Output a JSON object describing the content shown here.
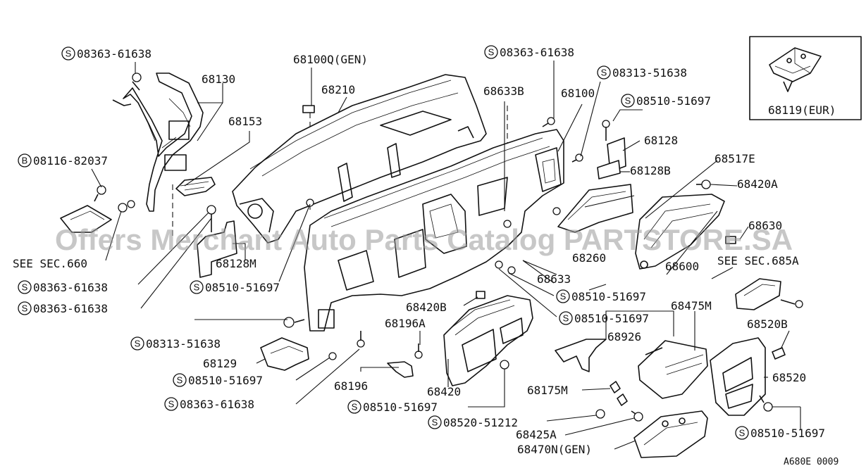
{
  "diagram": {
    "watermark": "Offers Merchant Auto Parts Catalog PARTSTORE.SA",
    "code": "A680E 0009",
    "callouts": [
      {
        "id": "c1",
        "prefix": "S",
        "number": "08363-61638"
      },
      {
        "id": "c2",
        "prefix": "",
        "number": "68130"
      },
      {
        "id": "c3",
        "prefix": "",
        "number": "68153"
      },
      {
        "id": "c4",
        "prefix": "B",
        "number": "08116-82037"
      },
      {
        "id": "c5",
        "prefix": "",
        "number": "SEE SEC.660"
      },
      {
        "id": "c6",
        "prefix": "S",
        "number": "08363-61638"
      },
      {
        "id": "c7",
        "prefix": "S",
        "number": "08363-61638"
      },
      {
        "id": "c8",
        "prefix": "",
        "number": "68100Q(GEN)"
      },
      {
        "id": "c9",
        "prefix": "",
        "number": "68210"
      },
      {
        "id": "c10",
        "prefix": "",
        "number": "68128M"
      },
      {
        "id": "c11",
        "prefix": "S",
        "number": "08510-51697"
      },
      {
        "id": "c12",
        "prefix": "S",
        "number": "08363-61638"
      },
      {
        "id": "c13",
        "prefix": "",
        "number": "68633B"
      },
      {
        "id": "c14",
        "prefix": "",
        "number": "68100"
      },
      {
        "id": "c15",
        "prefix": "S",
        "number": "08313-51638"
      },
      {
        "id": "c16",
        "prefix": "S",
        "number": "08510-51697"
      },
      {
        "id": "c17",
        "prefix": "",
        "number": "68128"
      },
      {
        "id": "c18",
        "prefix": "",
        "number": "68128B"
      },
      {
        "id": "c19",
        "prefix": "",
        "number": "68517E"
      },
      {
        "id": "c20",
        "prefix": "",
        "number": "68420A"
      },
      {
        "id": "c21",
        "prefix": "",
        "number": "68630"
      },
      {
        "id": "c22",
        "prefix": "",
        "number": "68260"
      },
      {
        "id": "c23",
        "prefix": "",
        "number": "68600"
      },
      {
        "id": "c24",
        "prefix": "",
        "number": "SEE SEC.685A"
      },
      {
        "id": "c25",
        "prefix": "",
        "number": "68119(EUR)"
      },
      {
        "id": "c26",
        "prefix": "",
        "number": "68633"
      },
      {
        "id": "c27",
        "prefix": "S",
        "number": "08510-51697"
      },
      {
        "id": "c28",
        "prefix": "S",
        "number": "08510-51697"
      },
      {
        "id": "c29",
        "prefix": "",
        "number": "68420B"
      },
      {
        "id": "c30",
        "prefix": "",
        "number": "68196A"
      },
      {
        "id": "c31",
        "prefix": "",
        "number": "68475M"
      },
      {
        "id": "c32",
        "prefix": "",
        "number": "68926"
      },
      {
        "id": "c33",
        "prefix": "",
        "number": "68520B"
      },
      {
        "id": "c34",
        "prefix": "S",
        "number": "08313-51638"
      },
      {
        "id": "c35",
        "prefix": "",
        "number": "68129"
      },
      {
        "id": "c36",
        "prefix": "S",
        "number": "08510-51697"
      },
      {
        "id": "c37",
        "prefix": "",
        "number": "68196"
      },
      {
        "id": "c38",
        "prefix": "",
        "number": "68420"
      },
      {
        "id": "c39",
        "prefix": "S",
        "number": "08363-61638"
      },
      {
        "id": "c40",
        "prefix": "S",
        "number": "08510-51697"
      },
      {
        "id": "c41",
        "prefix": "",
        "number": "68175M"
      },
      {
        "id": "c42",
        "prefix": "",
        "number": "68520"
      },
      {
        "id": "c43",
        "prefix": "S",
        "number": "08520-51212"
      },
      {
        "id": "c44",
        "prefix": "",
        "number": "68425A"
      },
      {
        "id": "c45",
        "prefix": "",
        "number": "68470N(GEN)"
      },
      {
        "id": "c46",
        "prefix": "S",
        "number": "08510-51697"
      }
    ]
  }
}
